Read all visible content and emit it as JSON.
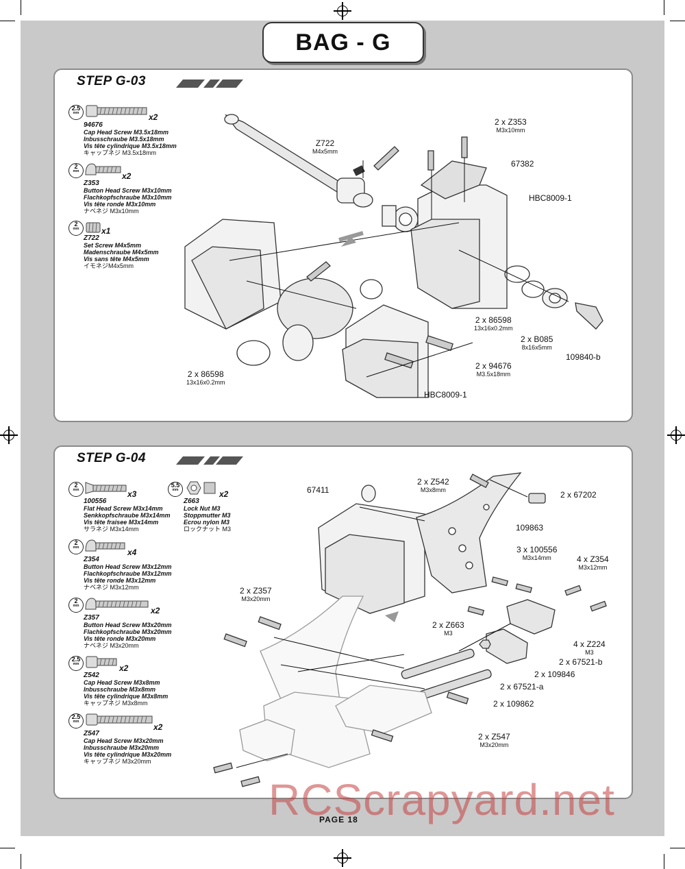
{
  "header": {
    "bag_label": "BAG - G"
  },
  "step_g03": {
    "title": "STEP G-03",
    "parts": [
      {
        "tool": "2.5",
        "tool_unit": "mm",
        "qty": "x2",
        "part_no": "94676",
        "en": "Cap Head Screw M3.5x18mm",
        "de": "Inbusschraube M3.5x18mm",
        "fr": "Vis tête cylindrique M3.5x18mm",
        "jp": "キャップネジ M3.5x18mm"
      },
      {
        "tool": "2",
        "tool_unit": "mm",
        "qty": "x2",
        "part_no": "Z353",
        "en": "Button Head Screw M3x10mm",
        "de": "Flachkopfschraube M3x10mm",
        "fr": "Vis tête ronde M3x10mm",
        "jp": "ナベネジ M3x10mm"
      },
      {
        "tool": "2",
        "tool_unit": "mm",
        "qty": "x1",
        "part_no": "Z722",
        "en": "Set Screw M4x5mm",
        "de": "Madenschraube M4x5mm",
        "fr": "Vis sans tête M4x5mm",
        "jp": "イモネジM4x5mm"
      }
    ],
    "callouts": [
      {
        "main": "Z722",
        "sub": "M4x5mm"
      },
      {
        "main": "2 x Z353",
        "sub": "M3x10mm"
      },
      {
        "main": "67382",
        "sub": ""
      },
      {
        "main": "HBC8009-1",
        "sub": ""
      },
      {
        "main": "2 x 86598",
        "sub": "13x16x0.2mm"
      },
      {
        "main": "2 x B085",
        "sub": "8x16x5mm"
      },
      {
        "main": "109840-b",
        "sub": ""
      },
      {
        "main": "2 x 94676",
        "sub": "M3.5x18mm"
      },
      {
        "main": "2 x 86598",
        "sub": "13x16x0.2mm"
      },
      {
        "main": "HBC8009-1",
        "sub": ""
      }
    ]
  },
  "step_g04": {
    "title": "STEP G-04",
    "parts": [
      {
        "tool": "2",
        "tool_unit": "mm",
        "qty": "x3",
        "part_no": "100556",
        "en": "Flat Head Screw M3x14mm",
        "de": "Senkkopfschraube M3x14mm",
        "fr": "Vis tête fraisee M3x14mm",
        "jp": "サラネジ M3x14mm"
      },
      {
        "tool": "5.5",
        "tool_unit": "mm",
        "qty": "x2",
        "part_no": "Z663",
        "en": "Lock Nut M3",
        "de": "Stoppmutter M3",
        "fr": "Ecrou nylon M3",
        "jp": "ロックナット M3"
      },
      {
        "tool": "2",
        "tool_unit": "mm",
        "qty": "x4",
        "part_no": "Z354",
        "en": "Button Head Screw M3x12mm",
        "de": "Flachkopfschraube M3x12mm",
        "fr": "Vis tête ronde M3x12mm",
        "jp": "ナベネジ M3x12mm"
      },
      {
        "tool": "2",
        "tool_unit": "mm",
        "qty": "x2",
        "part_no": "Z357",
        "en": "Button Head Screw M3x20mm",
        "de": "Flachkopfschraube M3x20mm",
        "fr": "Vis tête ronde M3x20mm",
        "jp": "ナベネジ M3x20mm"
      },
      {
        "tool": "2.5",
        "tool_unit": "mm",
        "qty": "x2",
        "part_no": "Z542",
        "en": "Cap Head Screw M3x8mm",
        "de": "Inbusschraube M3x8mm",
        "fr": "Vis tête cylindrique M3x8mm",
        "jp": "キャップネジ M3x8mm"
      },
      {
        "tool": "2.5",
        "tool_unit": "mm",
        "qty": "x2",
        "part_no": "Z547",
        "en": "Cap Head Screw M3x20mm",
        "de": "Inbusschraube M3x20mm",
        "fr": "Vis tête cylindrique M3x20mm",
        "jp": "キャップネジ M3x20mm"
      }
    ],
    "callouts": [
      {
        "main": "67411",
        "sub": ""
      },
      {
        "main": "2 x Z542",
        "sub": "M3x8mm"
      },
      {
        "main": "2 x 67202",
        "sub": ""
      },
      {
        "main": "109863",
        "sub": ""
      },
      {
        "main": "3 x 100556",
        "sub": "M3x14mm"
      },
      {
        "main": "4 x Z354",
        "sub": "M3x12mm"
      },
      {
        "main": "2 x Z357",
        "sub": "M3x20mm"
      },
      {
        "main": "2 x Z663",
        "sub": "M3"
      },
      {
        "main": "4 x Z224",
        "sub": "M3"
      },
      {
        "main": "2 x 67521-b",
        "sub": ""
      },
      {
        "main": "2 x 109846",
        "sub": ""
      },
      {
        "main": "2 x 67521-a",
        "sub": ""
      },
      {
        "main": "2 x 109862",
        "sub": ""
      },
      {
        "main": "2 x Z547",
        "sub": "M3x20mm"
      }
    ]
  },
  "footer": {
    "page_label": "PAGE 18",
    "watermark": "RCScrapyard.net"
  }
}
